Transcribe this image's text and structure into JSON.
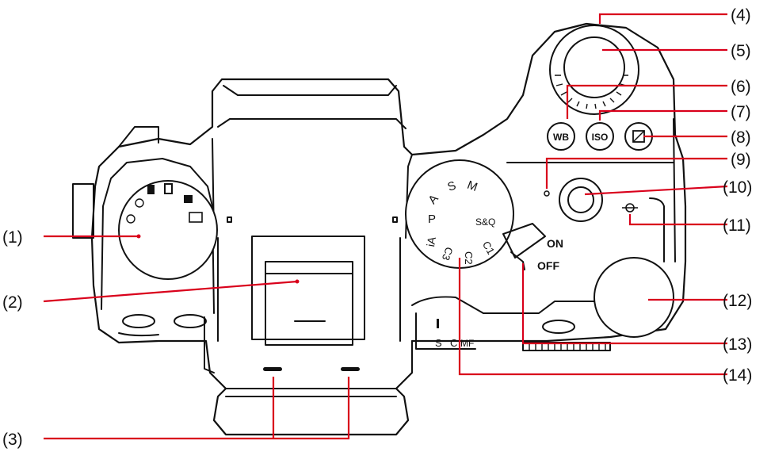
{
  "callouts": {
    "c1": "(1)",
    "c2": "(2)",
    "c3": "(3)",
    "c4": "(4)",
    "c5": "(5)",
    "c6": "(6)",
    "c7": "(7)",
    "c8": "(8)",
    "c9": "(9)",
    "c10": "(10)",
    "c11": "(11)",
    "c12": "(12)",
    "c13": "(13)",
    "c14": "(14)"
  },
  "buttons": {
    "wb": "WB",
    "iso": "ISO"
  },
  "mode_dial": {
    "P": "P",
    "A": "A",
    "S": "S",
    "M": "M",
    "iA": "iA",
    "C1": "C1",
    "C2": "C2",
    "C3": "C3",
    "SQ": "S&Q"
  },
  "power_switch": {
    "on": "ON",
    "off": "OFF"
  },
  "mode_lever": {
    "s": "S",
    "c": "C",
    "mf": "MF"
  },
  "colors": {
    "leader_lines": "#d9001b",
    "outline": "#111111",
    "background": "#ffffff"
  }
}
